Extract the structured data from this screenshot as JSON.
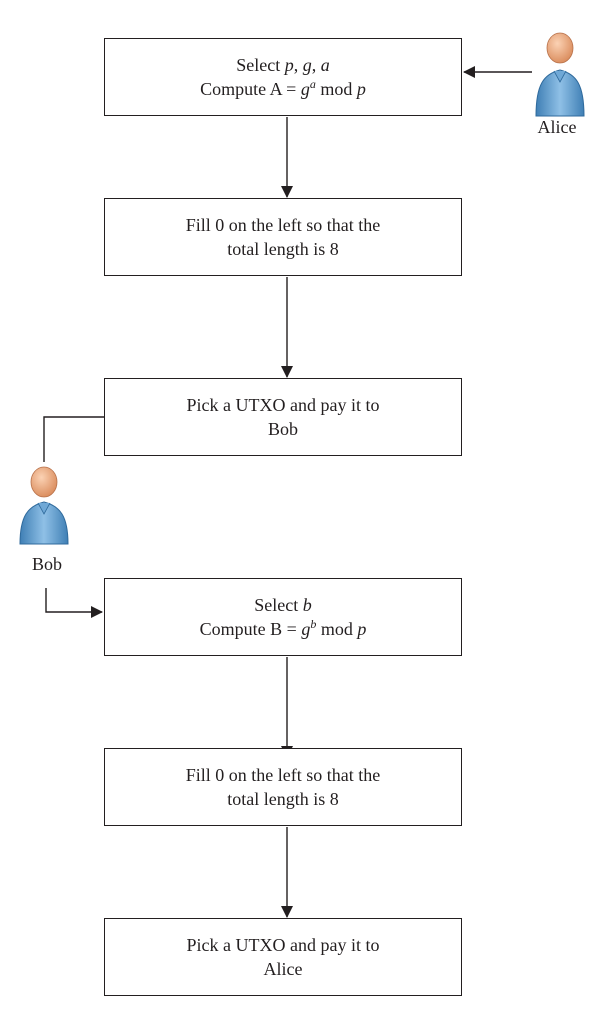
{
  "colors": {
    "stroke": "#231f20",
    "person_body": "#6fa8d6",
    "person_body_dark": "#3f7fb5",
    "person_head": "#f4b48a",
    "person_head_dark": "#d98a5a"
  },
  "actors": {
    "alice": {
      "label": "Alice",
      "icon": "person-icon"
    },
    "bob": {
      "label": "Bob",
      "icon": "person-icon"
    }
  },
  "steps": [
    {
      "line1": {
        "pre": "Select ",
        "v1": "p",
        "s1": ", ",
        "v2": "g",
        "s2": ", ",
        "v3": "a"
      },
      "line2": {
        "pre": "Compute A = ",
        "base": "g",
        "exp": "a",
        "mid": " mod ",
        "mod": "p"
      }
    },
    {
      "line1": "Fill 0 on the left so that the",
      "line2": "total length is 8"
    },
    {
      "line1": "Pick a UTXO and pay it to",
      "line2": "Bob"
    },
    {
      "line1": {
        "pre": "Select ",
        "v1": "b"
      },
      "line2": {
        "pre": "Compute B = ",
        "base": "g",
        "exp": "b",
        "mid": " mod ",
        "mod": "p"
      }
    },
    {
      "line1": "Fill 0 on the left so that the",
      "line2": "total length is 8"
    },
    {
      "line1": "Pick a UTXO and pay it to",
      "line2": "Alice"
    }
  ]
}
